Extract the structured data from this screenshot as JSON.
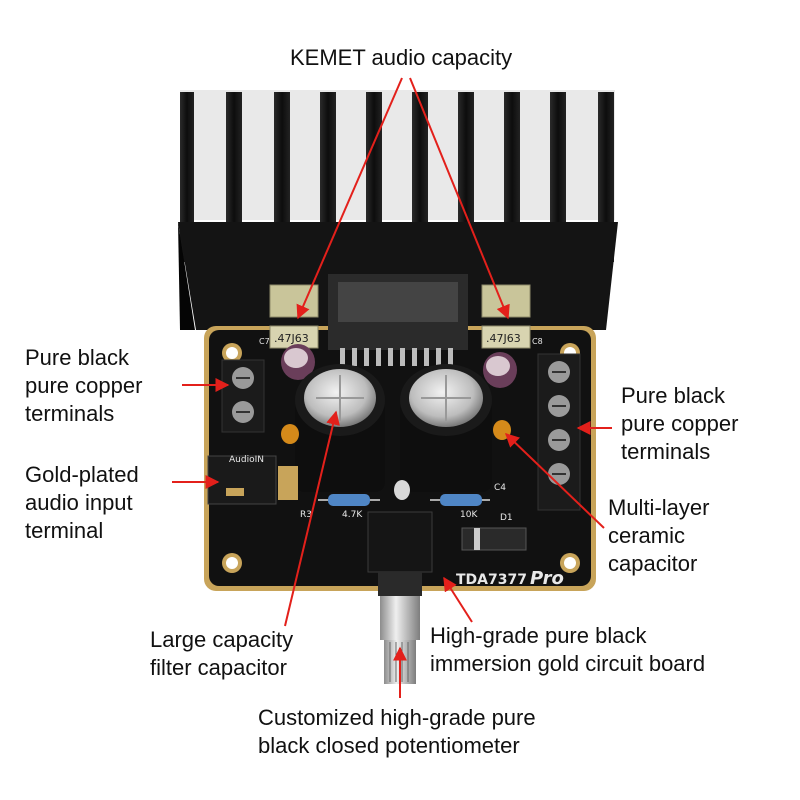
{
  "labels": {
    "kemet": "KEMET audio capacity",
    "terminals_left": [
      "Pure black",
      "pure copper",
      "terminals"
    ],
    "terminals_right": [
      "Pure black",
      "pure copper",
      "terminals"
    ],
    "audio_input": [
      "Gold-plated",
      "audio input",
      "terminal"
    ],
    "ceramic": [
      "Multi-layer",
      "ceramic",
      "capacitor"
    ],
    "filter_cap": [
      "Large capacity",
      "filter capacitor"
    ],
    "circuit_board": [
      "High-grade pure black",
      "immersion gold circuit board"
    ],
    "potentiometer": [
      "Customized high-grade pure",
      "black closed potentiometer"
    ]
  },
  "board_silkscreen": {
    "model": "TDA7377",
    "model_suffix": "Pro",
    "audio_in": "AudioIN",
    "kemet_cap_left": ".47J63",
    "kemet_cap_right": ".47J63",
    "r3": "R3",
    "r3_value": "4.7K",
    "r_right_value": "10K",
    "d1": "D1",
    "c4": "C4",
    "c7": "C7",
    "c8": "C8"
  },
  "colors": {
    "arrow": "#e3201b",
    "board": "#111111",
    "board_edge": "#c8a45a",
    "heatsink": "#1a1a1a",
    "text": "#111111"
  }
}
